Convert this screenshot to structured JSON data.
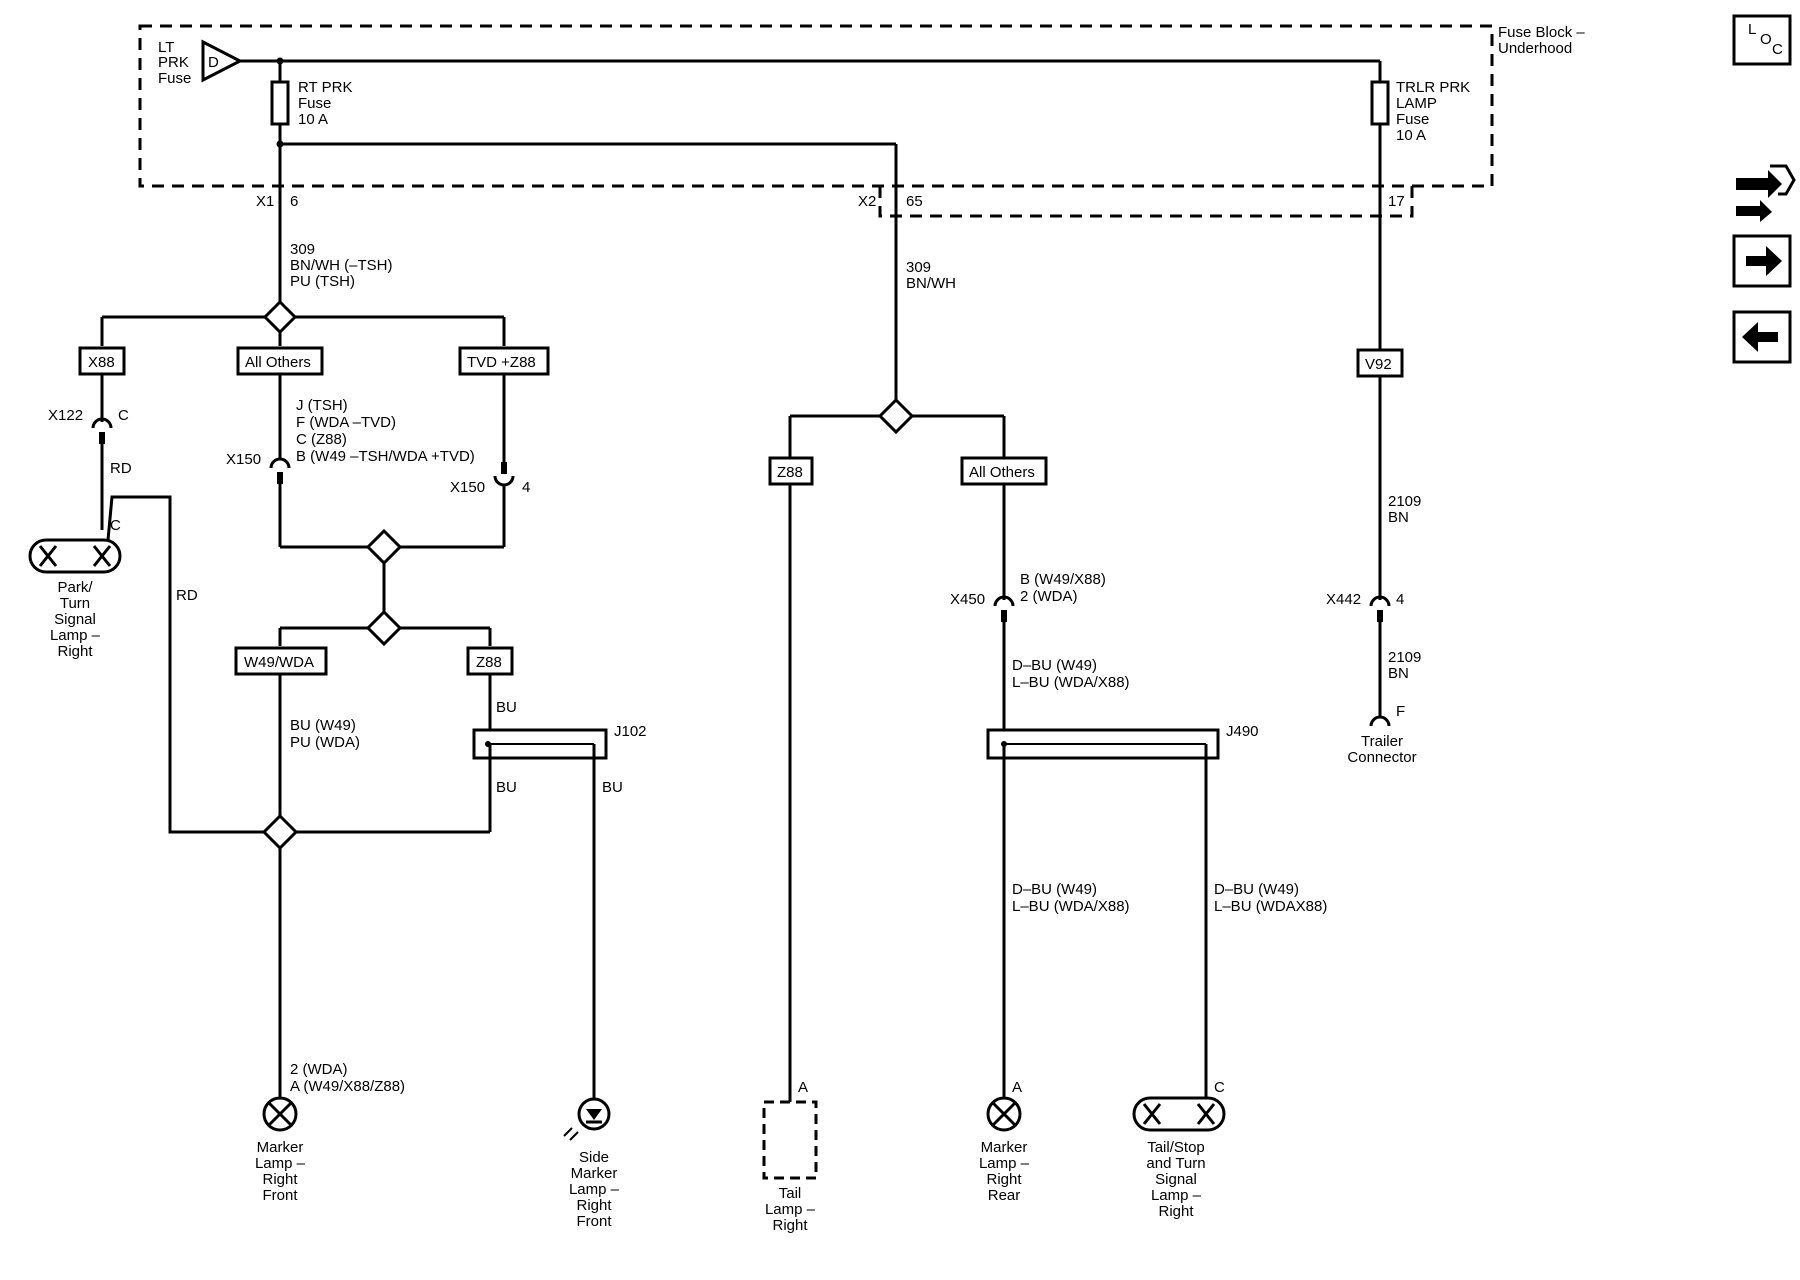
{
  "fuse_block": {
    "title_line1": "Fuse Block –",
    "title_line2": "Underhood",
    "source_line1": "LT",
    "source_line2": "PRK",
    "source_line3": "Fuse",
    "source_letter": "D"
  },
  "fuses": {
    "rt_prk": [
      "RT PRK",
      "Fuse",
      "10 A"
    ],
    "trlr_prk": [
      "TRLR PRK",
      "LAMP",
      "Fuse",
      "10 A"
    ]
  },
  "connectors": {
    "x1": "X1",
    "x1_pin": "6",
    "x2": "X2",
    "x2_pin": "65",
    "x2_pin_17": "17",
    "x122": "X122",
    "x122_pin": "C",
    "x150_left": "X150",
    "x150_right": "X150",
    "x150_right_pin": "4",
    "x450": "X450",
    "x442": "X442",
    "x442_pin": "4",
    "j102": "J102",
    "j490": "J490"
  },
  "wires": {
    "left_main": [
      "309",
      "BN/WH (–TSH)",
      "PU (TSH)"
    ],
    "mid_main": [
      "309",
      "BN/WH"
    ],
    "rd_upper": "RD",
    "rd_lower": "RD",
    "x150_pins": [
      "J (TSH)",
      "F (WDA –TVD)",
      "C (Z88)",
      "B (W49 –TSH/WDA +TVD)"
    ],
    "w49_wda_wire": [
      "BU (W49)",
      "PU (WDA)"
    ],
    "bu_top": "BU",
    "bu_left": "BU",
    "bu_right": "BU",
    "marker_front_pins": [
      "2 (WDA)",
      "A (W49/X88/Z88)"
    ],
    "x450_pins": [
      "B (W49/X88)",
      "2 (WDA)"
    ],
    "x450_wire": [
      "D–BU (W49)",
      "L–BU (WDA/X88)"
    ],
    "rear_marker_wire": [
      "D–BU (W49)",
      "L–BU (WDA/X88)"
    ],
    "tail_stop_wire": [
      "D–BU (W49)",
      "L–BU (WDAX88)"
    ],
    "trailer_upper": [
      "2109",
      "BN"
    ],
    "trailer_lower": [
      "2109",
      "BN"
    ]
  },
  "options": {
    "x88": "X88",
    "all_others_left": "All Others",
    "tvd_z88": "TVD +Z88",
    "w49_wda": "W49/WDA",
    "z88_left": "Z88",
    "z88_mid": "Z88",
    "all_others_mid": "All Others",
    "v92": "V92"
  },
  "components": {
    "park_turn": [
      "Park/",
      "Turn",
      "Signal",
      "Lamp –",
      "Right"
    ],
    "park_turn_pin": "C",
    "marker_front": [
      "Marker",
      "Lamp –",
      "Right",
      "Front"
    ],
    "side_marker": [
      "Side",
      "Marker",
      "Lamp –",
      "Right",
      "Front"
    ],
    "tail_lamp": [
      "Tail",
      "Lamp –",
      "Right"
    ],
    "tail_lamp_pin": "A",
    "marker_rear": [
      "Marker",
      "Lamp –",
      "Right",
      "Rear"
    ],
    "marker_rear_pin": "A",
    "tail_stop": [
      "Tail/Stop",
      "and Turn",
      "Signal",
      "Lamp –",
      "Right"
    ],
    "tail_stop_pin": "C",
    "trailer": [
      "Trailer",
      "Connector"
    ],
    "trailer_pin": "F"
  },
  "nav": {
    "loc_letters": [
      "L",
      "O",
      "C"
    ],
    "icons": [
      "loc-icon",
      "connector-views-icon",
      "next-arrow-icon",
      "previous-arrow-icon"
    ]
  }
}
